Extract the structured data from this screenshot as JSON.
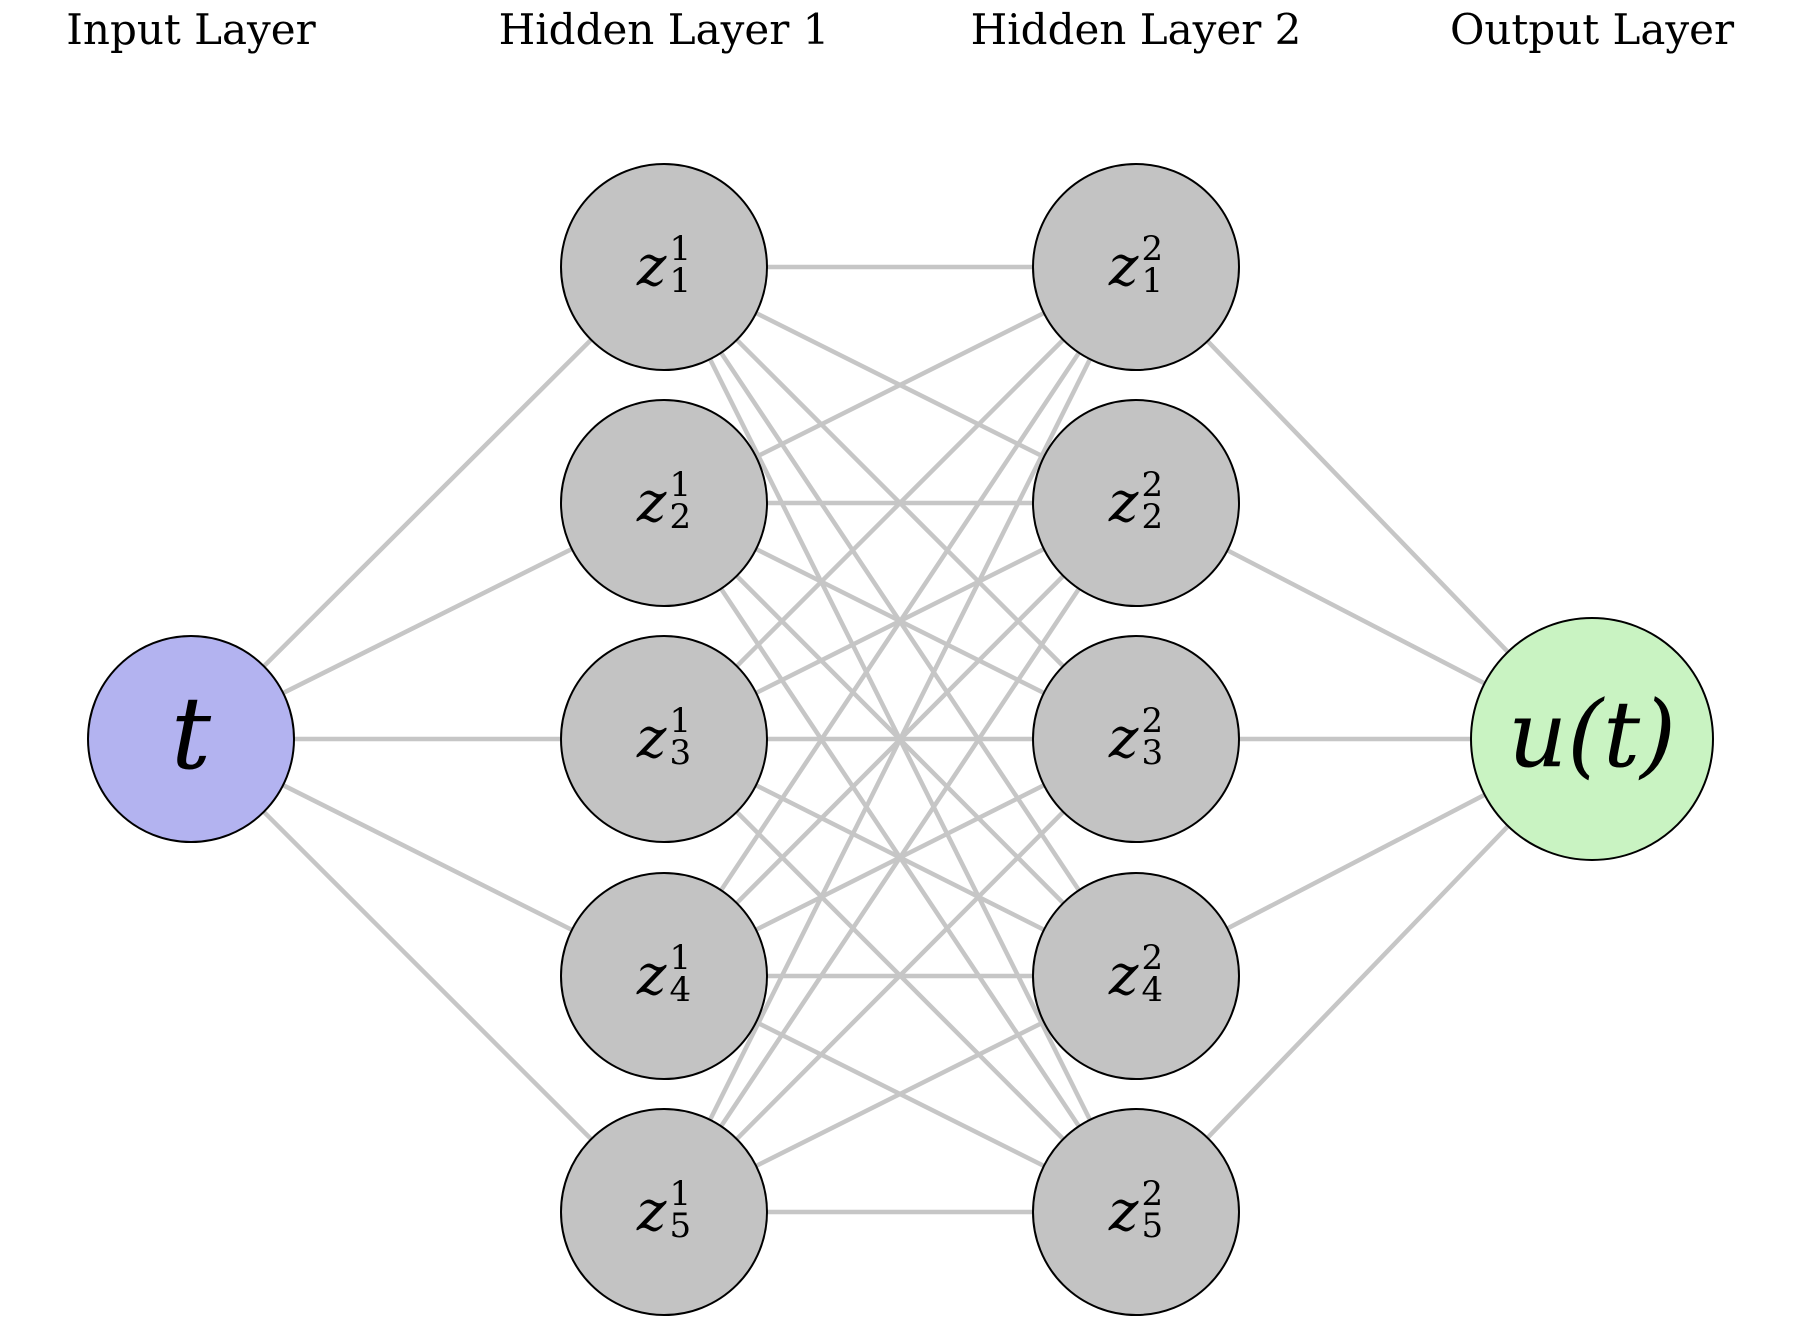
{
  "figure": {
    "kind": "feedforward-neural-network-diagram",
    "background_color": "#ffffff",
    "edge_color": "#c6c6c6",
    "node_border_color": "#000000",
    "layers": [
      {
        "id": "input",
        "title": "Input Layer",
        "fill": "#b3b3f0",
        "nodes": [
          {
            "label": "t"
          }
        ]
      },
      {
        "id": "hidden-1",
        "title": "Hidden Layer 1",
        "fill": "#c3c3c3",
        "nodes": [
          {
            "base": "z",
            "sup": "1",
            "sub": "1"
          },
          {
            "base": "z",
            "sup": "1",
            "sub": "2"
          },
          {
            "base": "z",
            "sup": "1",
            "sub": "3"
          },
          {
            "base": "z",
            "sup": "1",
            "sub": "4"
          },
          {
            "base": "z",
            "sup": "1",
            "sub": "5"
          }
        ]
      },
      {
        "id": "hidden-2",
        "title": "Hidden Layer 2",
        "fill": "#c3c3c3",
        "nodes": [
          {
            "base": "z",
            "sup": "2",
            "sub": "1"
          },
          {
            "base": "z",
            "sup": "2",
            "sub": "2"
          },
          {
            "base": "z",
            "sup": "2",
            "sub": "3"
          },
          {
            "base": "z",
            "sup": "2",
            "sub": "4"
          },
          {
            "base": "z",
            "sup": "2",
            "sub": "5"
          }
        ]
      },
      {
        "id": "output",
        "title": "Output Layer",
        "fill": "#c9f3c2",
        "nodes": [
          {
            "label": "u(t)"
          }
        ]
      }
    ],
    "connections": "each layer fully connected to the next"
  }
}
